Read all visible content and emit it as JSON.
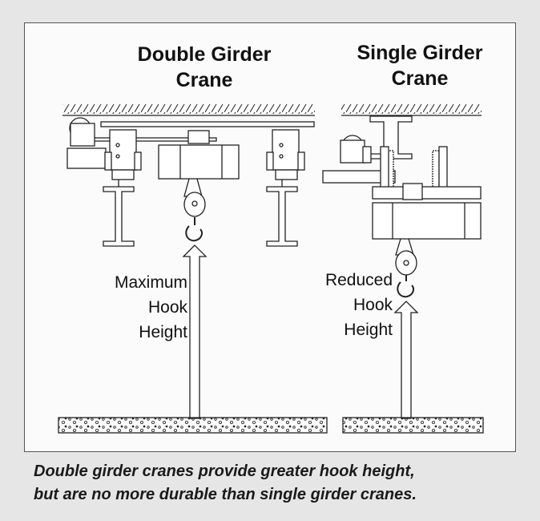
{
  "double_girder": {
    "title_line1": "Double Girder",
    "title_line2": "Crane",
    "label_lines": [
      "Maximum",
      "Hook",
      "Height"
    ]
  },
  "single_girder": {
    "title_line1": "Single Girder",
    "title_line2": "Crane",
    "label_lines": [
      "Reduced",
      "Hook",
      "Height"
    ]
  },
  "caption_line1": "Double girder cranes provide greater hook height,",
  "caption_line2": "but are no more durable than single girder cranes."
}
